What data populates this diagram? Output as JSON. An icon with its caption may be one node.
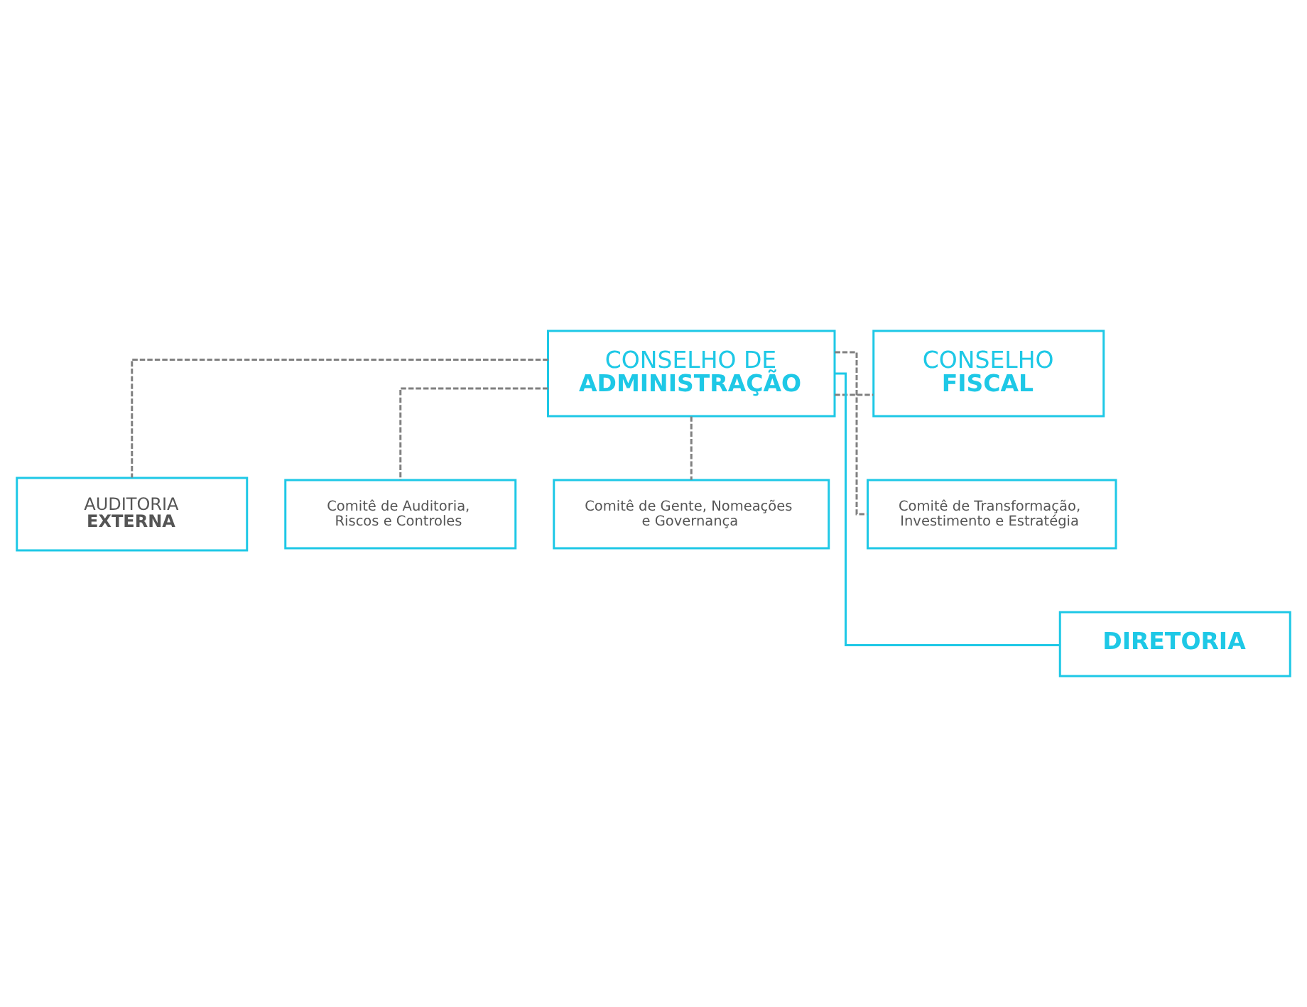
{
  "diagram": {
    "nodes": [
      {
        "text": [
          "CONSELHO DE",
          "ADMINISTRAÇÃO"
        ]
      },
      {
        "text": [
          "CONSELHO",
          "FISCAL"
        ]
      },
      {
        "text": [
          "AUDITORIA",
          "EXTERNA"
        ]
      },
      {
        "text": [
          "Comitê de Auditoria, Riscos e Controles"
        ]
      },
      {
        "text": [
          "Comitê de Gente, Nomeações e Governança"
        ]
      },
      {
        "text": [
          "Comitê de Transformação, Investimento e Estratégia"
        ]
      },
      {
        "text": [
          "DIRETORIA"
        ]
      }
    ],
    "edges": [
      {
        "from": 0,
        "to": 1,
        "arrow": "none",
        "style": "dashed"
      },
      {
        "from": 0,
        "to": 2,
        "arrow": "none",
        "style": "dashed"
      },
      {
        "from": 0,
        "to": 3,
        "arrow": "none",
        "style": "dashed"
      },
      {
        "from": 0,
        "to": 4,
        "arrow": "none",
        "style": "dashed"
      },
      {
        "from": 0,
        "to": 5,
        "arrow": "none",
        "style": "dashed"
      },
      {
        "from": 0,
        "to": 6,
        "arrow": "none",
        "color": "#1ec8e6"
      }
    ]
  }
}
